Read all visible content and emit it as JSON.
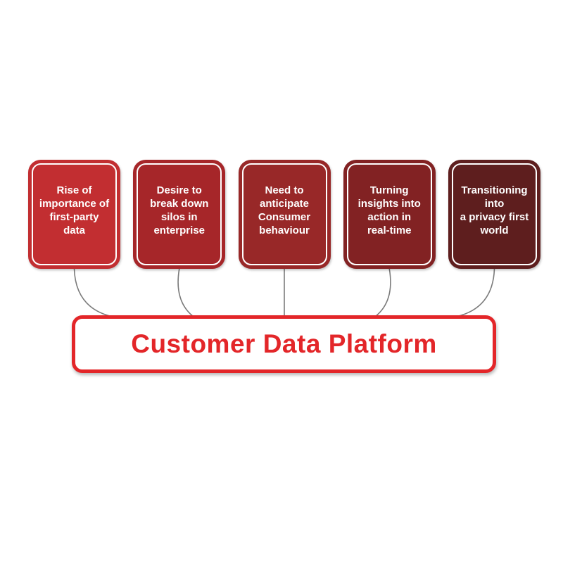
{
  "diagram": {
    "platform_label": "Customer Data Platform",
    "accent_color": "#e32629",
    "connector_color": "#7b7b7b",
    "box_text_color": "#ffffff",
    "background_color": "#ffffff",
    "boxes": [
      {
        "label": "Rise of\nimportance of\nfirst-party\ndata",
        "color": "#c22e31"
      },
      {
        "label": "Desire to\nbreak down\nsilos in\nenterprise",
        "color": "#a62629"
      },
      {
        "label": "Need to\nanticipate\nConsumer\nbehaviour",
        "color": "#982828"
      },
      {
        "label": "Turning\ninsights into\naction in\nreal-time",
        "color": "#822223"
      },
      {
        "label": "Transitioning\ninto\na privacy first\nworld",
        "color": "#5e1e1e"
      }
    ]
  }
}
